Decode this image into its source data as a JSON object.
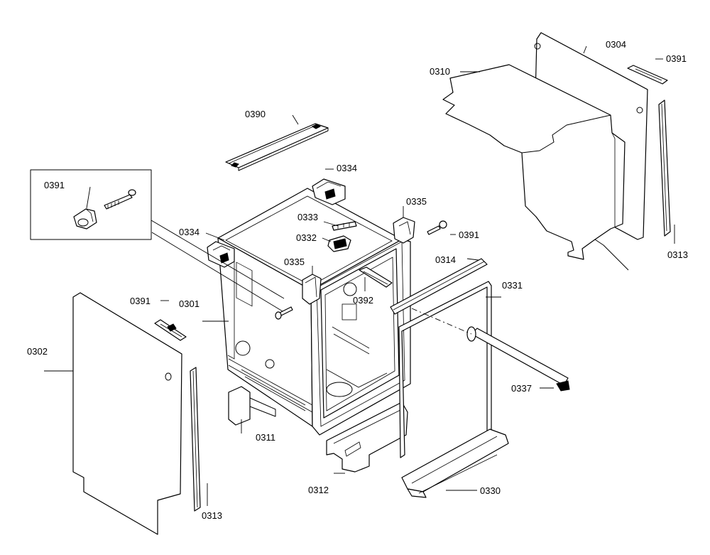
{
  "labels": {
    "l0304": "0304",
    "l0391_top": "0391",
    "l0310": "0310",
    "l0313_right": "0313",
    "l0390": "0390",
    "l0334_top": "0334",
    "l0391_box": "0391",
    "l0334_left": "0334",
    "l0333": "0333",
    "l0332": "0332",
    "l0335_right": "0335",
    "l0391_mid": "0391",
    "l0335_mid": "0335",
    "l0314": "0314",
    "l0392": "0392",
    "l0331": "0331",
    "l0391_left": "0391",
    "l0301": "0301",
    "l0302": "0302",
    "l0337": "0337",
    "l0311": "0311",
    "l0312": "0312",
    "l0330": "0330",
    "l0313_left": "0313"
  }
}
